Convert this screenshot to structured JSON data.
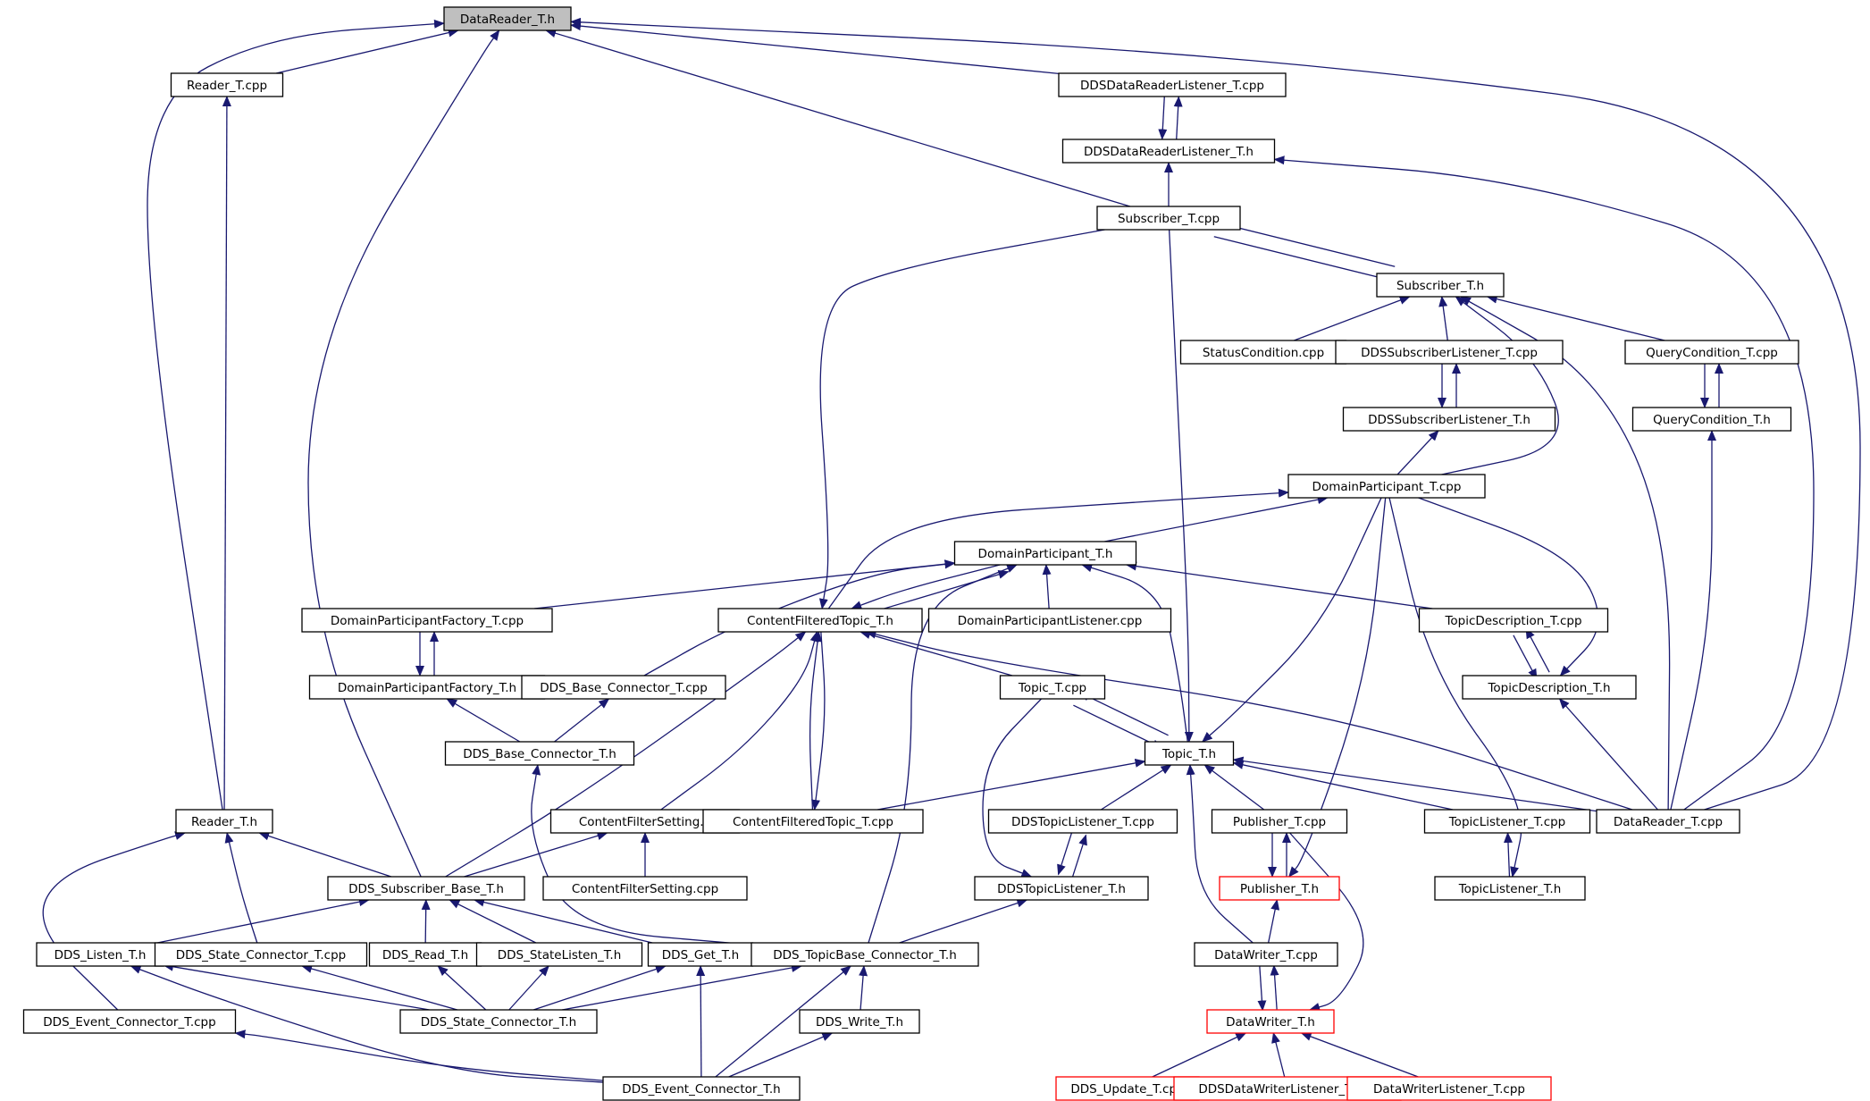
{
  "colors": {
    "edge": "#191970",
    "node_border": "#000000",
    "node_border_truncated": "#ff0000",
    "root_fill": "#bfbfbf",
    "node_fill": "#ffffff"
  },
  "nodes": [
    {
      "id": "DataReader_T_h",
      "label": "DataReader_T.h",
      "root": true
    },
    {
      "id": "Reader_T_cpp",
      "label": "Reader_T.cpp"
    },
    {
      "id": "DDSDataReaderListener_T_cpp",
      "label": "DDSDataReaderListener_T.cpp"
    },
    {
      "id": "DDSDataReaderListener_T_h",
      "label": "DDSDataReaderListener_T.h"
    },
    {
      "id": "Subscriber_T_cpp",
      "label": "Subscriber_T.cpp"
    },
    {
      "id": "Subscriber_T_h",
      "label": "Subscriber_T.h"
    },
    {
      "id": "StatusCondition_cpp",
      "label": "StatusCondition.cpp"
    },
    {
      "id": "DDSSubscriberListener_T_cpp",
      "label": "DDSSubscriberListener_T.cpp"
    },
    {
      "id": "QueryCondition_T_cpp",
      "label": "QueryCondition_T.cpp"
    },
    {
      "id": "DDSSubscriberListener_T_h",
      "label": "DDSSubscriberListener_T.h"
    },
    {
      "id": "QueryCondition_T_h",
      "label": "QueryCondition_T.h"
    },
    {
      "id": "DomainParticipant_T_cpp",
      "label": "DomainParticipant_T.cpp"
    },
    {
      "id": "DomainParticipant_T_h",
      "label": "DomainParticipant_T.h"
    },
    {
      "id": "DomainParticipantFactory_T_cpp",
      "label": "DomainParticipantFactory_T.cpp"
    },
    {
      "id": "ContentFilteredTopic_T_h",
      "label": "ContentFilteredTopic_T.h"
    },
    {
      "id": "DomainParticipantListener_cpp",
      "label": "DomainParticipantListener.cpp"
    },
    {
      "id": "TopicDescription_T_cpp",
      "label": "TopicDescription_T.cpp"
    },
    {
      "id": "DomainParticipantFactory_T_h",
      "label": "DomainParticipantFactory_T.h"
    },
    {
      "id": "DDS_Base_Connector_T_cpp",
      "label": "DDS_Base_Connector_T.cpp"
    },
    {
      "id": "Topic_T_cpp",
      "label": "Topic_T.cpp"
    },
    {
      "id": "TopicDescription_T_h",
      "label": "TopicDescription_T.h"
    },
    {
      "id": "DDS_Base_Connector_T_h",
      "label": "DDS_Base_Connector_T.h"
    },
    {
      "id": "Topic_T_h",
      "label": "Topic_T.h"
    },
    {
      "id": "Reader_T_h",
      "label": "Reader_T.h"
    },
    {
      "id": "ContentFilterSetting_h",
      "label": "ContentFilterSetting.h"
    },
    {
      "id": "ContentFilteredTopic_T_cpp",
      "label": "ContentFilteredTopic_T.cpp"
    },
    {
      "id": "DDSTopicListener_T_cpp",
      "label": "DDSTopicListener_T.cpp"
    },
    {
      "id": "Publisher_T_cpp",
      "label": "Publisher_T.cpp"
    },
    {
      "id": "TopicListener_T_cpp",
      "label": "TopicListener_T.cpp"
    },
    {
      "id": "DataReader_T_cpp",
      "label": "DataReader_T.cpp"
    },
    {
      "id": "DDS_Subscriber_Base_T_h",
      "label": "DDS_Subscriber_Base_T.h"
    },
    {
      "id": "ContentFilterSetting_cpp",
      "label": "ContentFilterSetting.cpp"
    },
    {
      "id": "DDSTopicListener_T_h",
      "label": "DDSTopicListener_T.h"
    },
    {
      "id": "Publisher_T_h",
      "label": "Publisher_T.h",
      "truncated": true
    },
    {
      "id": "TopicListener_T_h",
      "label": "TopicListener_T.h"
    },
    {
      "id": "DDS_Listen_T_h",
      "label": "DDS_Listen_T.h"
    },
    {
      "id": "DDS_State_Connector_T_cpp",
      "label": "DDS_State_Connector_T.cpp"
    },
    {
      "id": "DDS_Read_T_h",
      "label": "DDS_Read_T.h"
    },
    {
      "id": "DDS_StateListen_T_h",
      "label": "DDS_StateListen_T.h"
    },
    {
      "id": "DDS_Get_T_h",
      "label": "DDS_Get_T.h"
    },
    {
      "id": "DDS_TopicBase_Connector_T_h",
      "label": "DDS_TopicBase_Connector_T.h"
    },
    {
      "id": "DataWriter_T_cpp",
      "label": "DataWriter_T.cpp"
    },
    {
      "id": "DDS_Event_Connector_T_cpp",
      "label": "DDS_Event_Connector_T.cpp"
    },
    {
      "id": "DDS_State_Connector_T_h",
      "label": "DDS_State_Connector_T.h"
    },
    {
      "id": "DDS_Write_T_h",
      "label": "DDS_Write_T.h"
    },
    {
      "id": "DataWriter_T_h",
      "label": "DataWriter_T.h",
      "truncated": true
    },
    {
      "id": "DDS_Event_Connector_T_h",
      "label": "DDS_Event_Connector_T.h"
    },
    {
      "id": "DDS_Update_T_cpp",
      "label": "DDS_Update_T.cpp",
      "truncated": true
    },
    {
      "id": "DDSDataWriterListener_T_cpp",
      "label": "DDSDataWriterListener_T.cpp",
      "truncated": true
    },
    {
      "id": "DataWriterListener_T_cpp",
      "label": "DataWriterListener_T.cpp",
      "truncated": true
    }
  ],
  "edges": [
    {
      "from": "Reader_T_cpp",
      "to": "DataReader_T_h"
    },
    {
      "from": "Reader_T_h",
      "to": "DataReader_T_h"
    },
    {
      "from": "DDS_Subscriber_Base_T_h",
      "to": "DataReader_T_h"
    },
    {
      "from": "DDSDataReaderListener_T_cpp",
      "to": "DataReader_T_h"
    },
    {
      "from": "Subscriber_T_cpp",
      "to": "DataReader_T_h"
    },
    {
      "from": "DataReader_T_cpp",
      "to": "DataReader_T_h"
    },
    {
      "from": "Reader_T_h",
      "to": "Reader_T_cpp"
    },
    {
      "from": "DDSDataReaderListener_T_cpp",
      "to": "DDSDataReaderListener_T_h"
    },
    {
      "from": "DDSDataReaderListener_T_h",
      "to": "DDSDataReaderListener_T_cpp"
    },
    {
      "from": "Subscriber_T_cpp",
      "to": "DDSDataReaderListener_T_h"
    },
    {
      "from": "DataReader_T_cpp",
      "to": "DDSDataReaderListener_T_h"
    },
    {
      "from": "Subscriber_T_cpp",
      "to": "Subscriber_T_h"
    },
    {
      "from": "Subscriber_T_h",
      "to": "Subscriber_T_cpp"
    },
    {
      "from": "Subscriber_T_cpp",
      "to": "ContentFilteredTopic_T_h"
    },
    {
      "from": "Subscriber_T_cpp",
      "to": "Topic_T_h"
    },
    {
      "from": "StatusCondition_cpp",
      "to": "Subscriber_T_h"
    },
    {
      "from": "DDSSubscriberListener_T_cpp",
      "to": "Subscriber_T_h"
    },
    {
      "from": "QueryCondition_T_cpp",
      "to": "Subscriber_T_h"
    },
    {
      "from": "DomainParticipant_T_cpp",
      "to": "Subscriber_T_h"
    },
    {
      "from": "DataReader_T_cpp",
      "to": "Subscriber_T_h"
    },
    {
      "from": "DDSSubscriberListener_T_cpp",
      "to": "DDSSubscriberListener_T_h"
    },
    {
      "from": "DDSSubscriberListener_T_h",
      "to": "DDSSubscriberListener_T_cpp"
    },
    {
      "from": "DomainParticipant_T_cpp",
      "to": "DDSSubscriberListener_T_h"
    },
    {
      "from": "QueryCondition_T_cpp",
      "to": "QueryCondition_T_h"
    },
    {
      "from": "QueryCondition_T_h",
      "to": "QueryCondition_T_cpp"
    },
    {
      "from": "DataReader_T_cpp",
      "to": "QueryCondition_T_h"
    },
    {
      "from": "DomainParticipant_T_h",
      "to": "DomainParticipant_T_cpp"
    },
    {
      "from": "ContentFilteredTopic_T_h",
      "to": "DomainParticipant_T_cpp"
    },
    {
      "from": "DomainParticipant_T_cpp",
      "to": "Topic_T_h"
    },
    {
      "from": "DomainParticipant_T_cpp",
      "to": "Publisher_T_h"
    },
    {
      "from": "DomainParticipant_T_cpp",
      "to": "TopicDescription_T_h"
    },
    {
      "from": "DomainParticipant_T_cpp",
      "to": "TopicListener_T_h"
    },
    {
      "from": "DomainParticipantFactory_T_cpp",
      "to": "DomainParticipant_T_h"
    },
    {
      "from": "ContentFilteredTopic_T_h",
      "to": "DomainParticipant_T_h"
    },
    {
      "from": "DomainParticipantListener_cpp",
      "to": "DomainParticipant_T_h"
    },
    {
      "from": "TopicDescription_T_cpp",
      "to": "DomainParticipant_T_h"
    },
    {
      "from": "DDS_Base_Connector_T_cpp",
      "to": "DomainParticipant_T_h"
    },
    {
      "from": "DDS_TopicBase_Connector_T_h",
      "to": "DomainParticipant_T_h"
    },
    {
      "from": "Topic_T_h",
      "to": "DomainParticipant_T_h"
    },
    {
      "from": "DomainParticipant_T_h",
      "to": "ContentFilteredTopic_T_h"
    },
    {
      "from": "DomainParticipantFactory_T_cpp",
      "to": "DomainParticipantFactory_T_h"
    },
    {
      "from": "DomainParticipantFactory_T_h",
      "to": "DomainParticipantFactory_T_cpp"
    },
    {
      "from": "DDS_Base_Connector_T_h",
      "to": "DomainParticipantFactory_T_h"
    },
    {
      "from": "Topic_T_cpp",
      "to": "ContentFilteredTopic_T_h"
    },
    {
      "from": "ContentFilteredTopic_T_cpp",
      "to": "ContentFilteredTopic_T_h"
    },
    {
      "from": "ContentFilteredTopic_T_h",
      "to": "ContentFilteredTopic_T_cpp"
    },
    {
      "from": "ContentFilterSetting_h",
      "to": "ContentFilteredTopic_T_h"
    },
    {
      "from": "DDS_Subscriber_Base_T_h",
      "to": "ContentFilteredTopic_T_h"
    },
    {
      "from": "DataReader_T_cpp",
      "to": "ContentFilteredTopic_T_h"
    },
    {
      "from": "TopicDescription_T_cpp",
      "to": "TopicDescription_T_h"
    },
    {
      "from": "TopicDescription_T_h",
      "to": "TopicDescription_T_cpp"
    },
    {
      "from": "DataReader_T_cpp",
      "to": "TopicDescription_T_h"
    },
    {
      "from": "DDS_Base_Connector_T_h",
      "to": "DDS_Base_Connector_T_cpp"
    },
    {
      "from": "Topic_T_cpp",
      "to": "Topic_T_h"
    },
    {
      "from": "Topic_T_h",
      "to": "Topic_T_cpp"
    },
    {
      "from": "Topic_T_cpp",
      "to": "DDSTopicListener_T_h"
    },
    {
      "from": "DDS_TopicBase_Connector_T_h",
      "to": "DDS_Base_Connector_T_h"
    },
    {
      "from": "ContentFilteredTopic_T_cpp",
      "to": "Topic_T_h"
    },
    {
      "from": "DDSTopicListener_T_cpp",
      "to": "Topic_T_h"
    },
    {
      "from": "Publisher_T_cpp",
      "to": "Topic_T_h"
    },
    {
      "from": "TopicListener_T_cpp",
      "to": "Topic_T_h"
    },
    {
      "from": "DataReader_T_cpp",
      "to": "Topic_T_h"
    },
    {
      "from": "DataWriter_T_cpp",
      "to": "Topic_T_h"
    },
    {
      "from": "DDS_Subscriber_Base_T_h",
      "to": "Reader_T_h"
    },
    {
      "from": "DDS_State_Connector_T_cpp",
      "to": "Reader_T_h"
    },
    {
      "from": "DDS_Event_Connector_T_cpp",
      "to": "Reader_T_h"
    },
    {
      "from": "DDS_Subscriber_Base_T_h",
      "to": "ContentFilterSetting_h"
    },
    {
      "from": "ContentFilterSetting_cpp",
      "to": "ContentFilterSetting_h"
    },
    {
      "from": "DDSTopicListener_T_cpp",
      "to": "DDSTopicListener_T_h"
    },
    {
      "from": "DDSTopicListener_T_h",
      "to": "DDSTopicListener_T_cpp"
    },
    {
      "from": "DDS_TopicBase_Connector_T_h",
      "to": "DDSTopicListener_T_h"
    },
    {
      "from": "Publisher_T_cpp",
      "to": "Publisher_T_h"
    },
    {
      "from": "Publisher_T_h",
      "to": "Publisher_T_cpp"
    },
    {
      "from": "DataWriter_T_cpp",
      "to": "Publisher_T_h"
    },
    {
      "from": "Publisher_T_cpp",
      "to": "DataWriter_T_h"
    },
    {
      "from": "TopicListener_T_h",
      "to": "TopicListener_T_cpp"
    },
    {
      "from": "DDS_Listen_T_h",
      "to": "DDS_Subscriber_Base_T_h"
    },
    {
      "from": "DDS_Read_T_h",
      "to": "DDS_Subscriber_Base_T_h"
    },
    {
      "from": "DDS_StateListen_T_h",
      "to": "DDS_Subscriber_Base_T_h"
    },
    {
      "from": "DDS_Get_T_h",
      "to": "DDS_Subscriber_Base_T_h"
    },
    {
      "from": "DDS_State_Connector_T_h",
      "to": "DDS_Listen_T_h"
    },
    {
      "from": "DDS_Event_Connector_T_h",
      "to": "DDS_Listen_T_h"
    },
    {
      "from": "DDS_State_Connector_T_h",
      "to": "DDS_State_Connector_T_cpp"
    },
    {
      "from": "DDS_State_Connector_T_h",
      "to": "DDS_Read_T_h"
    },
    {
      "from": "DDS_State_Connector_T_h",
      "to": "DDS_StateListen_T_h"
    },
    {
      "from": "DDS_State_Connector_T_h",
      "to": "DDS_Get_T_h"
    },
    {
      "from": "DDS_Event_Connector_T_h",
      "to": "DDS_Get_T_h"
    },
    {
      "from": "DDS_State_Connector_T_h",
      "to": "DDS_TopicBase_Connector_T_h"
    },
    {
      "from": "DDS_Event_Connector_T_h",
      "to": "DDS_TopicBase_Connector_T_h"
    },
    {
      "from": "DDS_Write_T_h",
      "to": "DDS_TopicBase_Connector_T_h"
    },
    {
      "from": "DataWriter_T_cpp",
      "to": "DataWriter_T_h"
    },
    {
      "from": "DataWriter_T_h",
      "to": "DataWriter_T_cpp"
    },
    {
      "from": "DDS_Event_Connector_T_h",
      "to": "DDS_Event_Connector_T_cpp"
    },
    {
      "from": "DDS_Event_Connector_T_h",
      "to": "DDS_Write_T_h"
    },
    {
      "from": "DDS_Update_T_cpp",
      "to": "DataWriter_T_h"
    },
    {
      "from": "DDSDataWriterListener_T_cpp",
      "to": "DataWriter_T_h"
    },
    {
      "from": "DataWriterListener_T_cpp",
      "to": "DataWriter_T_h"
    }
  ]
}
